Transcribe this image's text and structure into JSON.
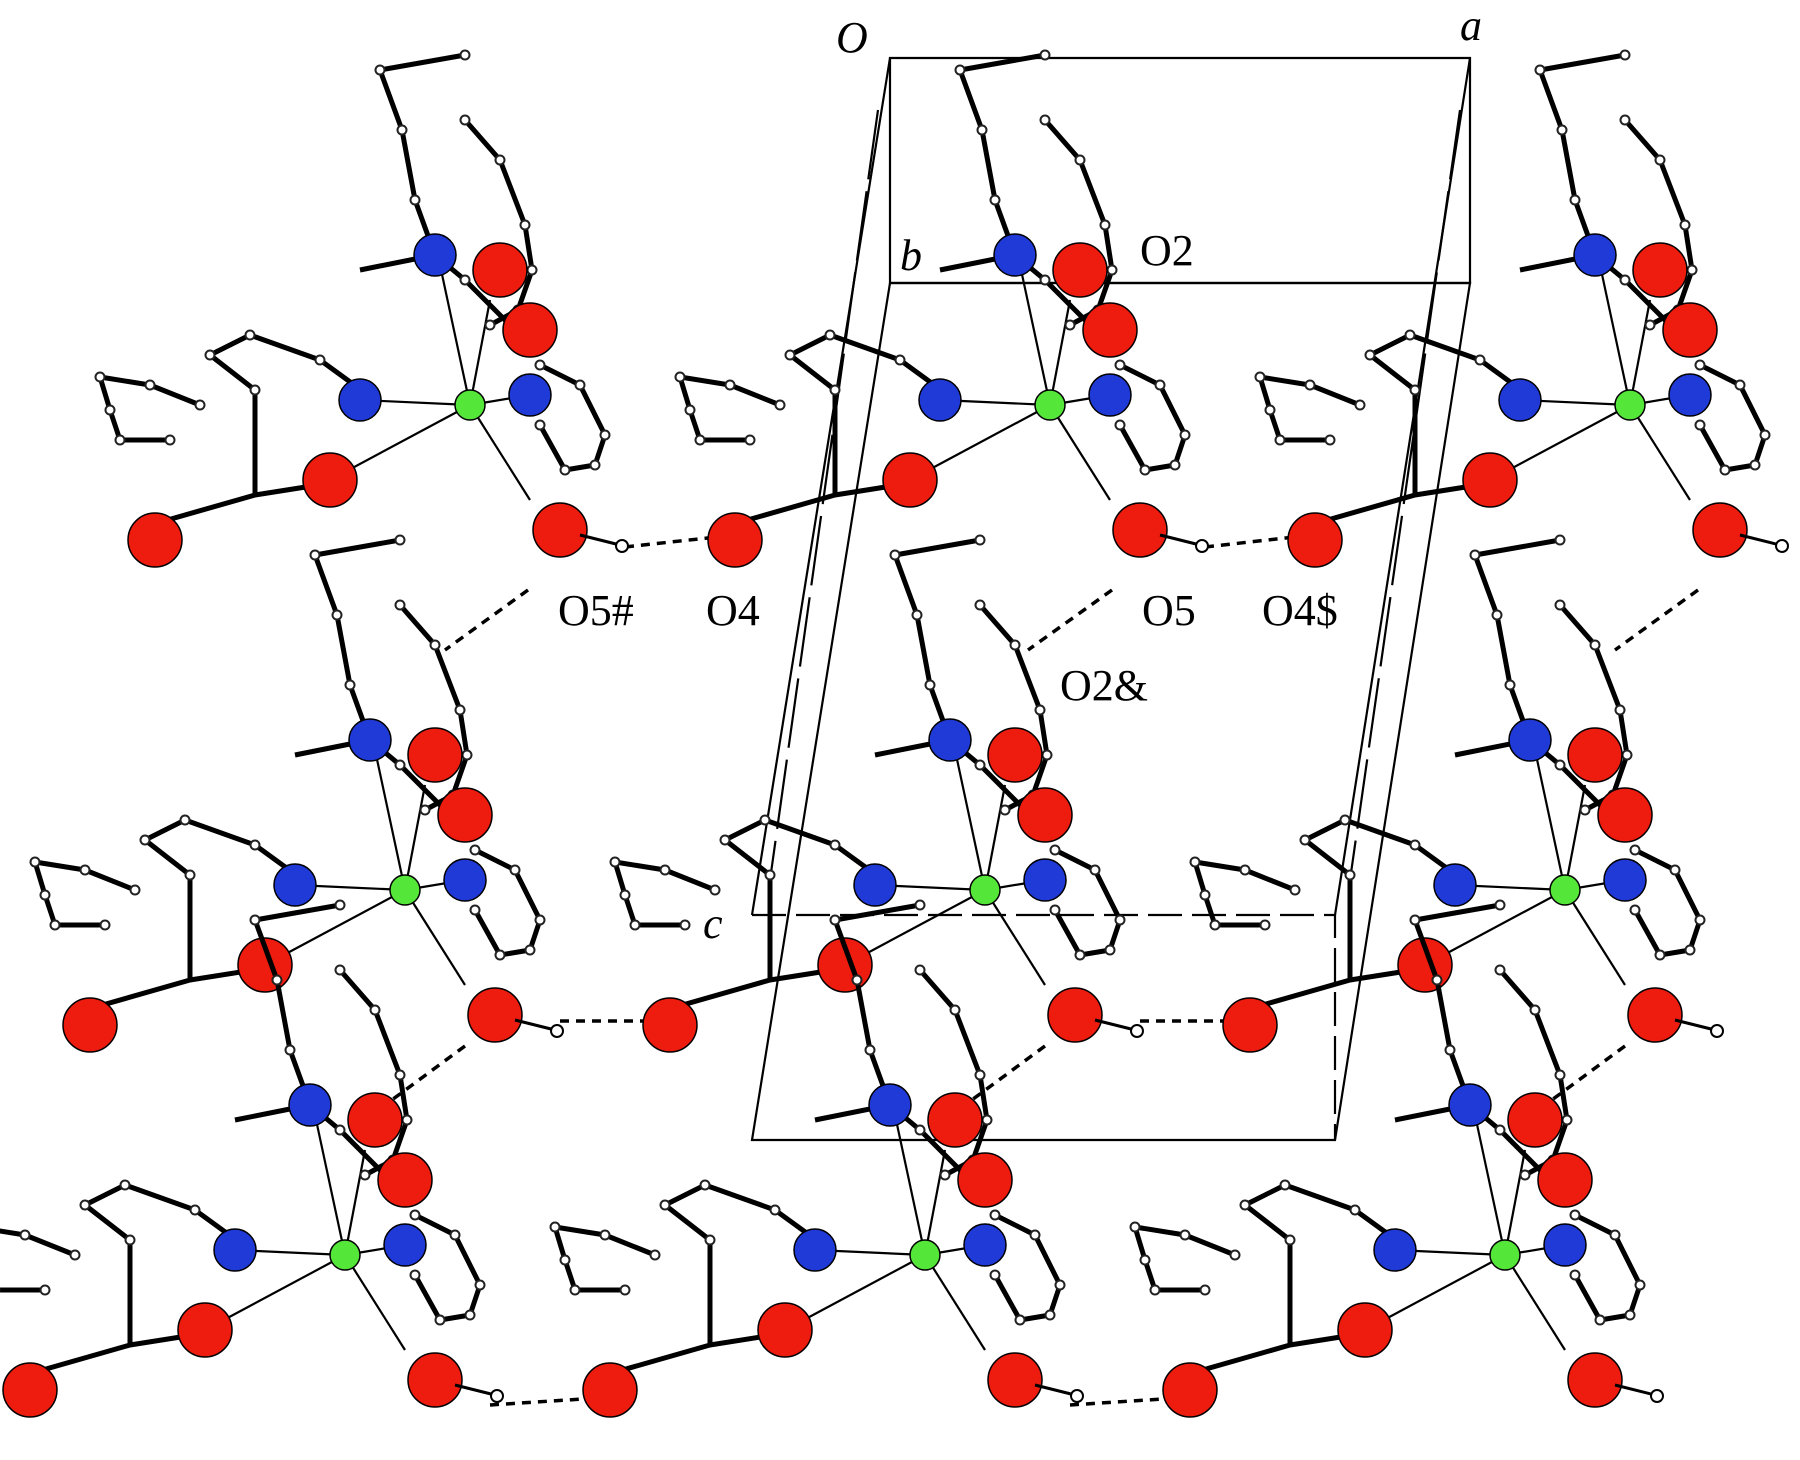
{
  "figure": {
    "cell_axes": {
      "origin": "O",
      "a": "a",
      "b": "b",
      "c": "c"
    },
    "atom_labels": {
      "o2": "O2",
      "o5_hash": "O5#",
      "o4": "O4",
      "o5": "O5",
      "o4_dollar": "O4$",
      "o2_amp": "O2&"
    },
    "colors": {
      "oxygen": "#ee1c0e",
      "nitrogen": "#1f3ad6",
      "metal": "#55e63a",
      "carbon": "#222222",
      "hydrogen": "#ffffff",
      "bond": "#000000"
    }
  }
}
